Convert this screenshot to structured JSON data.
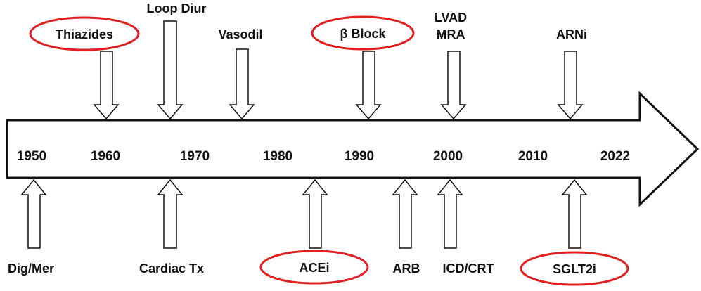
{
  "timeline": {
    "years": [
      "1950",
      "1960",
      "1970",
      "1980",
      "1990",
      "2000",
      "2010",
      "2022"
    ]
  },
  "events_above": [
    {
      "id": "thiazides",
      "label": "Thiazides",
      "highlighted": true
    },
    {
      "id": "loop-diur",
      "label": "Loop Diur",
      "highlighted": false
    },
    {
      "id": "vasodil",
      "label": "Vasodil",
      "highlighted": false
    },
    {
      "id": "beta-block",
      "label": "β Block",
      "highlighted": true
    },
    {
      "id": "lvad-mra",
      "label_line1": "LVAD",
      "label_line2": "MRA",
      "highlighted": false
    },
    {
      "id": "arni",
      "label": "ARNi",
      "highlighted": false
    }
  ],
  "events_below": [
    {
      "id": "dig-mer",
      "label": "Dig/Mer",
      "highlighted": false
    },
    {
      "id": "cardiac-tx",
      "label": "Cardiac Tx",
      "highlighted": false
    },
    {
      "id": "acei",
      "label": "ACEi",
      "highlighted": true
    },
    {
      "id": "arb",
      "label": "ARB",
      "highlighted": false
    },
    {
      "id": "icd-crt",
      "label": "ICD/CRT",
      "highlighted": false
    },
    {
      "id": "sglt2i",
      "label": "SGLT2i",
      "highlighted": true
    }
  ],
  "colors": {
    "highlight_ring": "#e02020",
    "outline": "#111111",
    "fill": "#ffffff"
  }
}
